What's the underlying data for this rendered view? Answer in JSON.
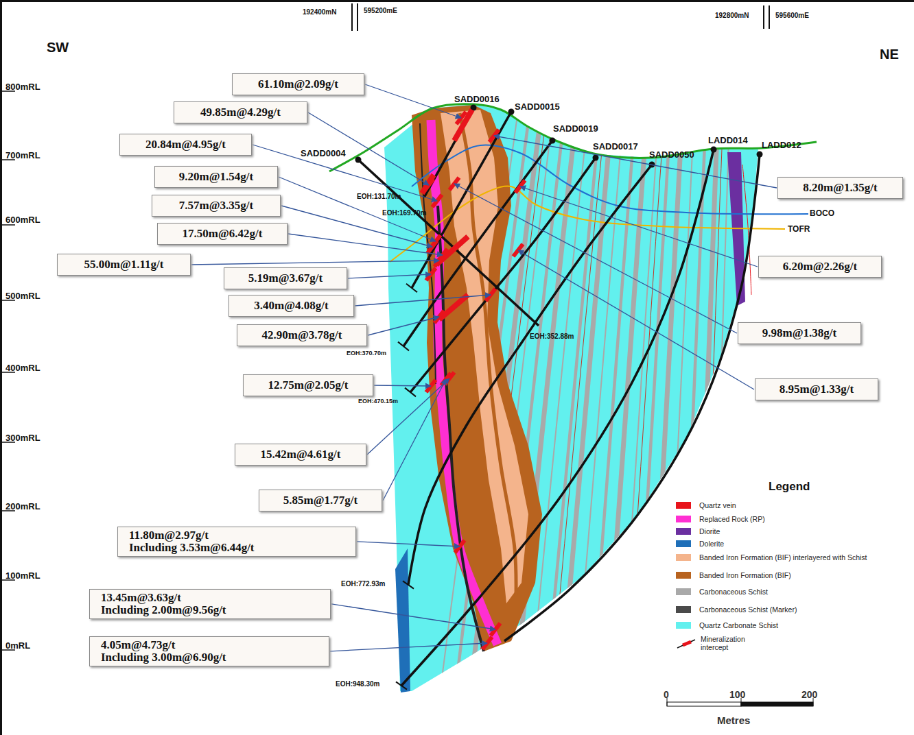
{
  "diagram": {
    "nodes": [
      {
        "text": [
          "61.10m@2.09g/t"
        ]
      },
      {
        "text": [
          "49.85m@4.29g/t"
        ]
      },
      {
        "text": [
          "20.84m@4.95g/t"
        ]
      },
      {
        "text": [
          "9.20m@1.54g/t"
        ]
      },
      {
        "text": [
          "8.20m@1.35g/t"
        ]
      },
      {
        "text": [
          "7.57m@3.35g/t"
        ]
      },
      {
        "text": [
          "17.50m@6.42g/t"
        ]
      },
      {
        "text": [
          "55.00m@1.11g/t"
        ]
      },
      {
        "text": [
          "6.20m@2.26g/t"
        ]
      },
      {
        "text": [
          "5.19m@3.67g/t"
        ]
      },
      {
        "text": [
          "3.40m@4.08g/t"
        ]
      },
      {
        "text": [
          "9.98m@1.38g/t"
        ]
      },
      {
        "text": [
          "42.90m@3.78g/t"
        ]
      },
      {
        "text": [
          "8.95m@1.33g/t"
        ]
      },
      {
        "text": [
          "12.75m@2.05g/t"
        ]
      },
      {
        "text": [
          "15.42m@4.61g/t"
        ]
      },
      {
        "text": [
          "5.85m@1.77g/t"
        ]
      },
      {
        "text": [
          "11.80m@2.97g/t",
          "Including 3.53m@6.44g/t"
        ]
      },
      {
        "text": [
          "13.45m@3.63g/t",
          "Including 2.00m@9.56g/t"
        ]
      },
      {
        "text": [
          "4.05m@4.73g/t",
          "Including 3.00m@6.90g/t"
        ]
      }
    ],
    "labels": [
      "192400mN",
      "595200mE",
      "192800mN",
      "595600mE",
      "SW",
      "NE",
      "800mRL",
      "700mRL",
      "600mRL",
      "500mRL",
      "400mRL",
      "300mRL",
      "200mRL",
      "100mRL",
      "0mRL",
      "SADD0016",
      "SADD0015",
      "SADD0019",
      "SADD0017",
      "SADD0050",
      "LADD014",
      "LADD012",
      "SADD0004",
      "EOH:131.70m",
      "EOH:169.70m",
      "EOH:352.88m",
      "EOH:370.70m",
      "EOH:470.15m",
      "EOH:772.93m",
      "EOH:948.30m",
      "BOCO",
      "TOFR",
      "Legend",
      "0",
      "100",
      "200",
      "Metres"
    ],
    "legend": [
      {
        "text": "Quartz vein",
        "color": "#e8141c"
      },
      {
        "text": "Replaced Rock (RP)",
        "color": "#ff2fd2"
      },
      {
        "text": "Diorite",
        "color": "#6b2fa0"
      },
      {
        "text": "Dolerite",
        "color": "#1f6fb8"
      },
      {
        "text": "Banded Iron Formation (BIF) interlayered with Schist",
        "color": "#f4b48c"
      },
      {
        "text": "Banded Iron Formation (BIF)",
        "color": "#b8631f"
      },
      {
        "text": "Carbonaceous Schist",
        "color": "#a9a9a9"
      },
      {
        "text": "Carbonaceous Schist (Marker)",
        "color": "#4a4a4a"
      },
      {
        "text": "Quartz Carbonate Schist",
        "color": "#62f0ee"
      },
      {
        "text": "Mineralization intercept"
      }
    ]
  }
}
